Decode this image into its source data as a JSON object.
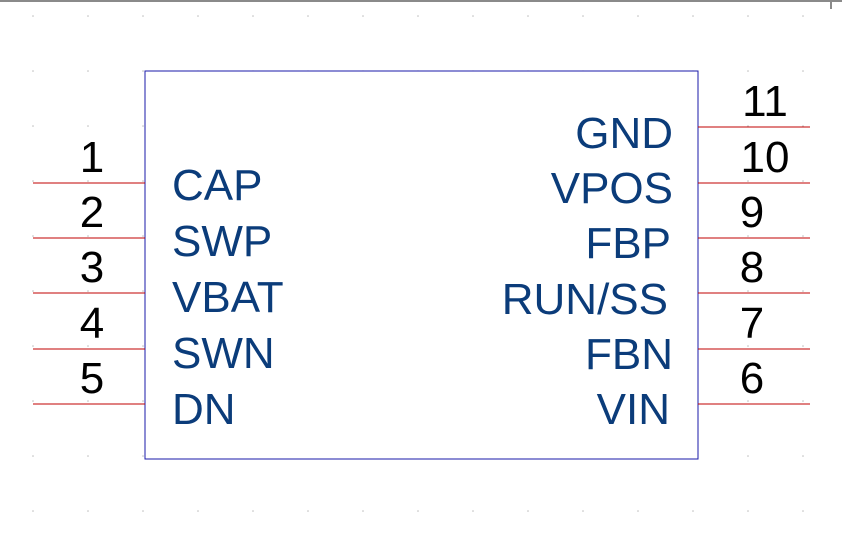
{
  "colors": {
    "body_outline": "#1a1aa8",
    "pin_line": "#c00000",
    "pin_name": "#0b3c7a",
    "pin_number": "#000000"
  },
  "component": {
    "left_pins": [
      {
        "number": "1",
        "name": "CAP"
      },
      {
        "number": "2",
        "name": "SWP"
      },
      {
        "number": "3",
        "name": "VBAT"
      },
      {
        "number": "4",
        "name": "SWN"
      },
      {
        "number": "5",
        "name": "DN"
      }
    ],
    "right_pins": [
      {
        "number": "11",
        "name": "GND"
      },
      {
        "number": "10",
        "name": "VPOS"
      },
      {
        "number": "9",
        "name": "FBP"
      },
      {
        "number": "8",
        "name": "RUN/SS"
      },
      {
        "number": "7",
        "name": "FBN"
      },
      {
        "number": "6",
        "name": "VIN"
      }
    ]
  }
}
